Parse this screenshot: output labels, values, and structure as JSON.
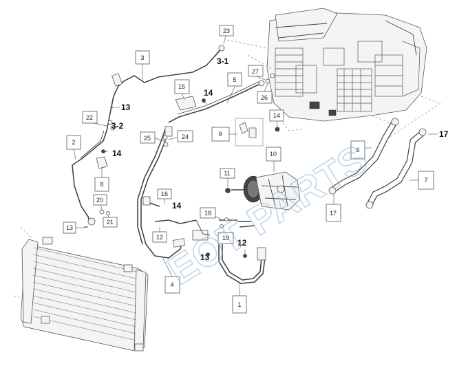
{
  "watermark": "EOT PARTS",
  "callouts": {
    "c1": "1",
    "c2": "2",
    "c3": "3",
    "c4": "4",
    "c5": "5",
    "c6": "6",
    "c7": "7",
    "c8": "8",
    "c9": "9",
    "c10": "10",
    "c11": "11",
    "c13": "13",
    "c15": "15",
    "c16": "16",
    "c17": "17",
    "c18": "18",
    "c19": "19",
    "c20": "20",
    "c21": "21",
    "c22": "22",
    "c23": "23",
    "c24": "24",
    "c25": "25",
    "c26": "26",
    "c27": "27",
    "c12": "12",
    "c14": "14"
  },
  "bold_labels": {
    "b3_1": "3-1",
    "b3_2": "3-2",
    "b13a": "13",
    "b13b": "13",
    "b14a": "14",
    "b14b": "14",
    "b14c": "14",
    "b12": "12",
    "b17": "17"
  },
  "colors": {
    "line": "#444444",
    "watermark": "#8fb4d8"
  }
}
